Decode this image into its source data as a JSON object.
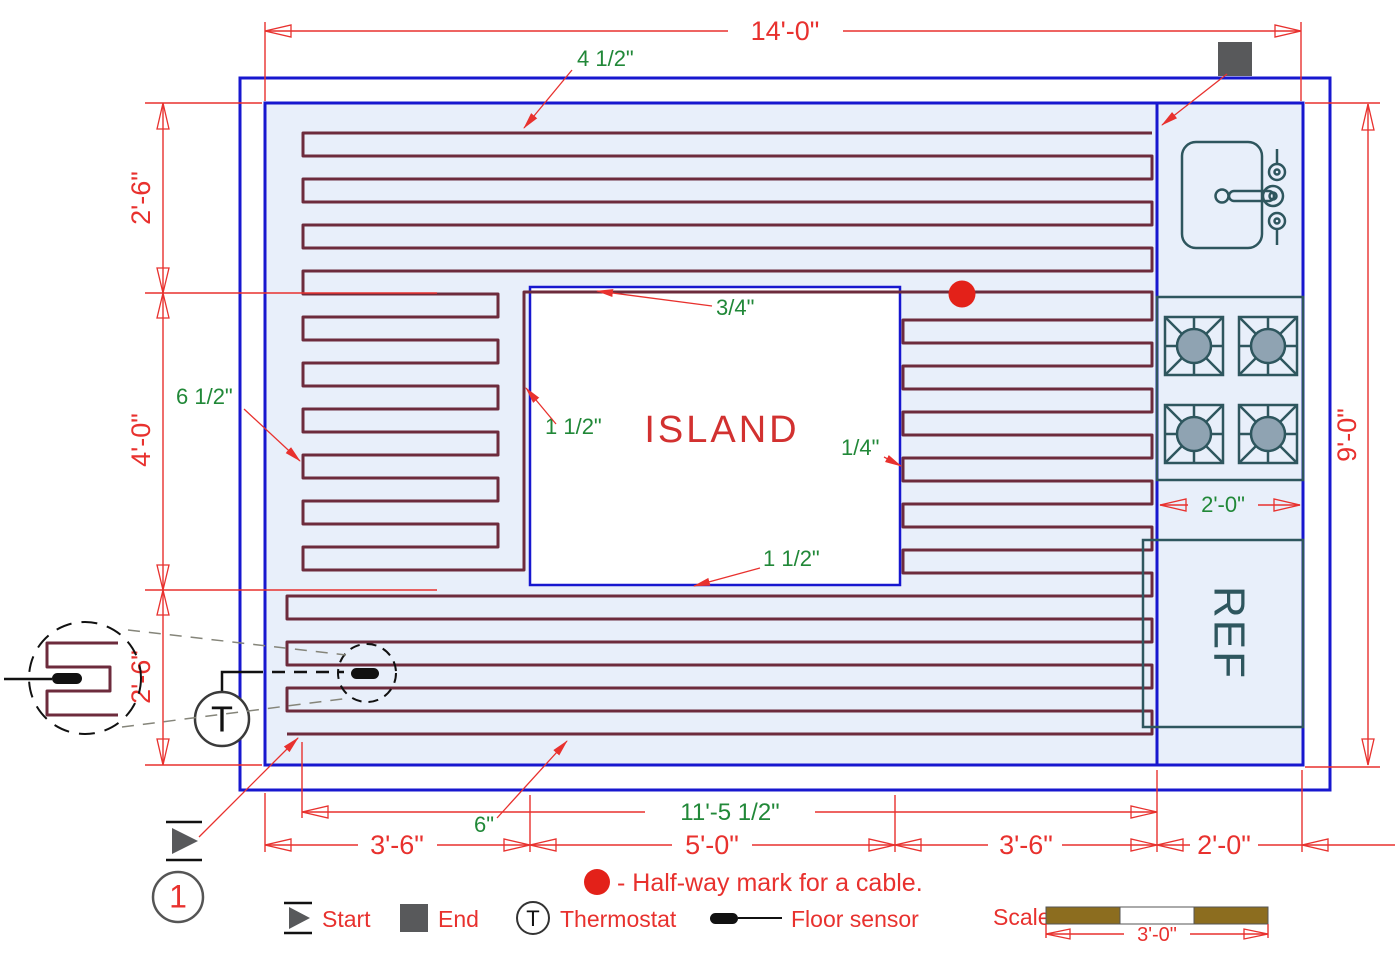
{
  "dims": {
    "width_total": "14'-0\"",
    "left_top": "2'-6\"",
    "left_middle": "4'-0\"",
    "left_bottom": "2'-6\"",
    "height_total": "9'-0\"",
    "bottom_seg1": "3'-6\"",
    "bottom_seg2": "5'-0\"",
    "bottom_seg3": "3'-6\"",
    "bottom_seg4": "2'-0\"",
    "cable_span": "11'-5 1/2\"",
    "counter_depth": "2'-0\""
  },
  "gaps": {
    "top_wall": "4 1/2\"",
    "left_wall": "6 1/2\"",
    "island_top": "3/4\"",
    "island_left": "1 1/2\"",
    "island_right": "1/4\"",
    "island_bottom": "1 1/2\"",
    "bottom_wall": "6\""
  },
  "room": {
    "island": "ISLAND",
    "fridge": "REF"
  },
  "markers": {
    "detail_number": "1",
    "thermostat_letter": "T"
  },
  "legend": {
    "halfway_note": "- Half-way mark for a cable.",
    "start": "Start",
    "end": "End",
    "thermostat": "Thermostat",
    "floor_sensor": "Floor sensor",
    "scale_label": "Scale",
    "scale_length": "3'-0\""
  },
  "colors": {
    "wall_blue": "#1717cf",
    "floor_fill": "#e8effa",
    "cable_maroon": "#6d2b3c",
    "dim_red": "#e8312e",
    "note_green": "#218838",
    "island_red": "#d23130",
    "fixture_teal": "#2e565e",
    "marker_gray": "#58595b",
    "halfway_red": "#e32119",
    "scale_brown": "#8c6d1f"
  }
}
